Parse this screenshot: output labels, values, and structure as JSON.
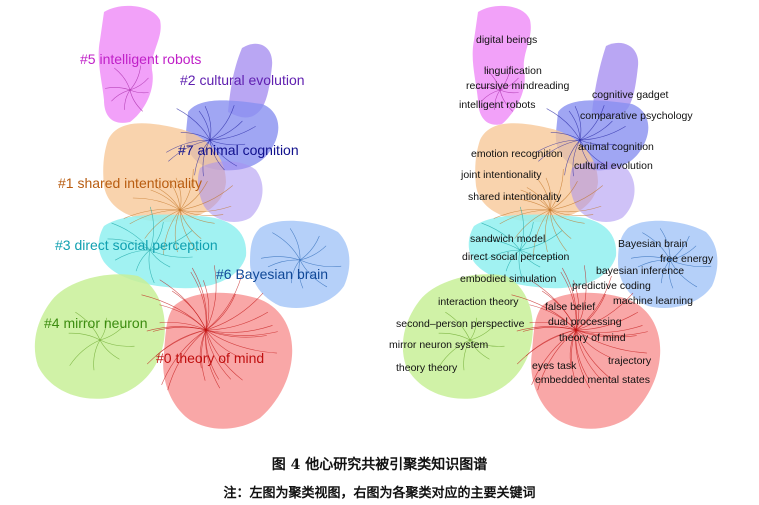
{
  "left_map": {
    "clusters": [
      {
        "id": "c5",
        "label": "#5 intelligent robots",
        "color": "#f090f8",
        "label_color": "#c020c8"
      },
      {
        "id": "c2",
        "label": "#2 cultural evolution",
        "color": "#a890f0",
        "label_color": "#6020b0"
      },
      {
        "id": "c7",
        "label": "#7 animal cognition",
        "color": "#8890f0",
        "label_color": "#10108c"
      },
      {
        "id": "c1",
        "label": "#1 shared intentionality",
        "color": "#f8c898",
        "label_color": "#b85c10"
      },
      {
        "id": "c3",
        "label": "#3 direct social perception",
        "color": "#90f0f0",
        "label_color": "#10a0b0"
      },
      {
        "id": "c6",
        "label": "#6 Bayesian brain",
        "color": "#a8c8f8",
        "label_color": "#104898"
      },
      {
        "id": "c4",
        "label": "#4 mirror neuron",
        "color": "#c8f098",
        "label_color": "#3c8c10"
      },
      {
        "id": "c0",
        "label": "#0 theory of mind",
        "color": "#f89898",
        "label_color": "#c01010"
      }
    ]
  },
  "right_map": {
    "keywords": [
      "digital beings",
      "linguification",
      "recursive mindreading",
      "intelligent robots",
      "cognitive gadget",
      "comparative psychology",
      "animal cognition",
      "emotion recognition",
      "cultural evolution",
      "joint intentionality",
      "shared intentionality",
      "sandwich model",
      "Bayesian brain",
      "direct social perception",
      "free energy",
      "bayesian inference",
      "embodied simulation",
      "predictive coding",
      "interaction theory",
      "machine learning",
      "false belief",
      "dual processing",
      "second–person perspective",
      "theory of mind",
      "mirror neuron system",
      "trajectory",
      "theory theory",
      "eyes task",
      "embedded mental states"
    ]
  },
  "caption": {
    "title": "图 4  他心研究共被引聚类知识图谱",
    "note": "注：左图为聚类视图，右图为各聚类对应的主要关键词"
  }
}
